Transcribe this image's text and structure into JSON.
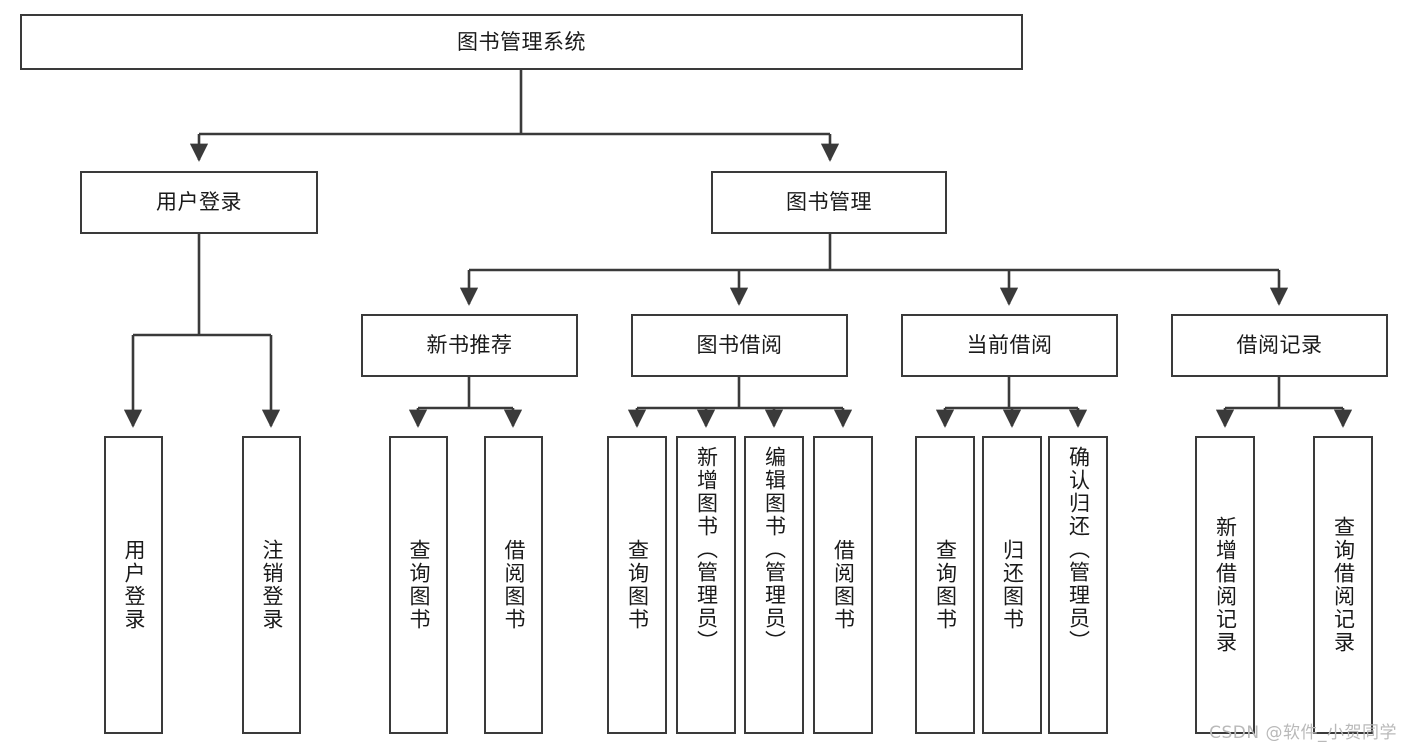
{
  "diagram": {
    "type": "tree",
    "title": "图书管理系统",
    "watermark": "CSDN @软件_小贺同学",
    "colors": {
      "box_border": "#3a3a3a",
      "box_fill": "#ffffff",
      "connector": "#3a3a3a",
      "text": "#1a1a1a",
      "watermark": "#b9b9b9",
      "background": "#ffffff"
    },
    "root": {
      "label": "图书管理系统"
    },
    "level2": [
      {
        "key": "user_login",
        "label": "用户登录"
      },
      {
        "key": "book_manage",
        "label": "图书管理"
      }
    ],
    "level3": [
      {
        "key": "new_book_rec",
        "label": "新书推荐",
        "parent": "book_manage"
      },
      {
        "key": "book_borrow",
        "label": "图书借阅",
        "parent": "book_manage"
      },
      {
        "key": "current_borrow",
        "label": "当前借阅",
        "parent": "book_manage"
      },
      {
        "key": "borrow_record",
        "label": "借阅记录",
        "parent": "book_manage"
      }
    ],
    "leaves": [
      {
        "key": "leaf_user_login",
        "label": "用户登录",
        "parent": "user_login"
      },
      {
        "key": "leaf_user_logout",
        "label": "注销登录",
        "parent": "user_login"
      },
      {
        "key": "leaf_rec_query",
        "label": "查询图书",
        "parent": "new_book_rec"
      },
      {
        "key": "leaf_rec_borrow",
        "label": "借阅图书",
        "parent": "new_book_rec"
      },
      {
        "key": "leaf_borrow_query",
        "label": "查询图书",
        "parent": "book_borrow"
      },
      {
        "key": "leaf_borrow_add",
        "label": "新增图书（管理员）",
        "parent": "book_borrow"
      },
      {
        "key": "leaf_borrow_edit",
        "label": "编辑图书（管理员）",
        "parent": "book_borrow"
      },
      {
        "key": "leaf_borrow_take",
        "label": "借阅图书",
        "parent": "book_borrow"
      },
      {
        "key": "leaf_cur_query",
        "label": "查询图书",
        "parent": "current_borrow"
      },
      {
        "key": "leaf_cur_return",
        "label": "归还图书",
        "parent": "current_borrow"
      },
      {
        "key": "leaf_cur_confirm",
        "label": "确认归还（管理员）",
        "parent": "current_borrow"
      },
      {
        "key": "leaf_rec_add",
        "label": "新增借阅记录",
        "parent": "borrow_record"
      },
      {
        "key": "leaf_rec_search",
        "label": "查询借阅记录",
        "parent": "borrow_record"
      }
    ]
  }
}
